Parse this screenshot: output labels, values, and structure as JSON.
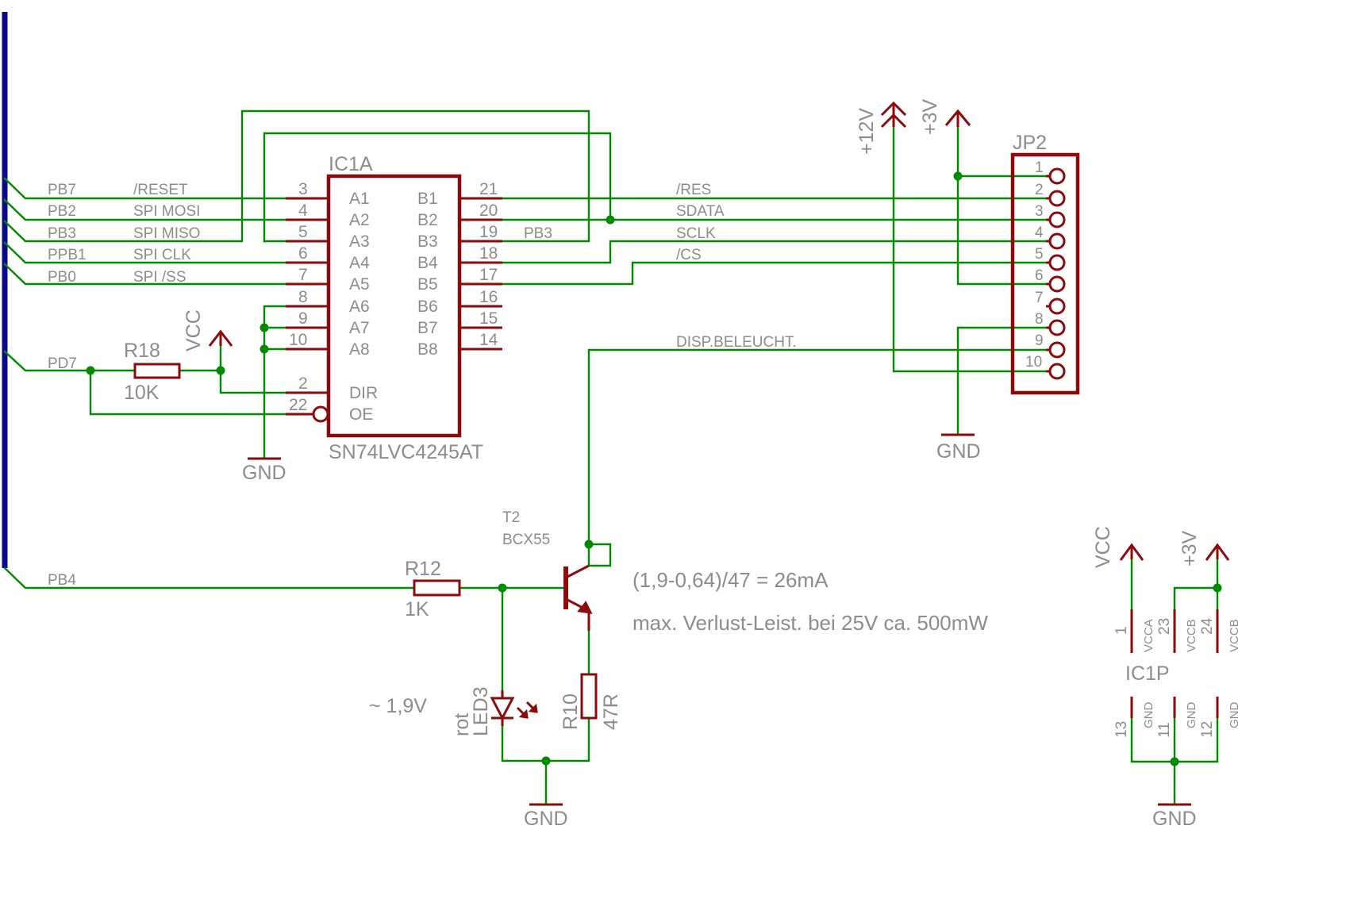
{
  "ic1a": {
    "name": "IC1A",
    "value": "SN74LVC4245AT",
    "left_pins": [
      {
        "num": "3",
        "label": "A1"
      },
      {
        "num": "4",
        "label": "A2"
      },
      {
        "num": "5",
        "label": "A3"
      },
      {
        "num": "6",
        "label": "A4"
      },
      {
        "num": "7",
        "label": "A5"
      },
      {
        "num": "8",
        "label": "A6"
      },
      {
        "num": "9",
        "label": "A7"
      },
      {
        "num": "10",
        "label": "A8"
      }
    ],
    "right_pins": [
      {
        "num": "21",
        "label": "B1"
      },
      {
        "num": "20",
        "label": "B2"
      },
      {
        "num": "19",
        "label": "B3"
      },
      {
        "num": "18",
        "label": "B4"
      },
      {
        "num": "17",
        "label": "B5"
      },
      {
        "num": "16",
        "label": "B6"
      },
      {
        "num": "15",
        "label": "B7"
      },
      {
        "num": "14",
        "label": "B8"
      }
    ],
    "dir_pin": {
      "num": "2",
      "label": "DIR"
    },
    "oe_pin": {
      "num": "22",
      "label": "OE"
    }
  },
  "bus_nets": [
    {
      "port": "PB7",
      "signal": "/RESET"
    },
    {
      "port": "PB2",
      "signal": "SPI MOSI"
    },
    {
      "port": "PB3",
      "signal": "SPI MISO"
    },
    {
      "port": "PPB1",
      "signal": "SPI CLK"
    },
    {
      "port": "PB0",
      "signal": "SPI /SS"
    }
  ],
  "net_pd7": "PD7",
  "net_pb4": "PB4",
  "net_pb3_b3": "PB3",
  "right_nets": [
    "/RES",
    "SDATA",
    "SCLK",
    "/CS"
  ],
  "net_backlight": "DISP.BELEUCHT.",
  "jp2": {
    "name": "JP2",
    "pins": [
      "1",
      "2",
      "3",
      "4",
      "5",
      "6",
      "7",
      "8",
      "9",
      "10"
    ]
  },
  "supplies": {
    "p12v": "+12V",
    "p3v": "+3V",
    "vcc": "VCC",
    "gnd": "GND"
  },
  "r18": {
    "name": "R18",
    "value": "10K"
  },
  "r12": {
    "name": "R12",
    "value": "1K"
  },
  "r10": {
    "name": "R10",
    "value": "47R"
  },
  "t2": {
    "name": "T2",
    "value": "BCX55"
  },
  "led3": {
    "name": "LED3",
    "value": "rot"
  },
  "notes": {
    "current": "(1,9-0,64)/47 = 26mA",
    "power": "max. Verlust-Leist. bei 25V ca. 500mW",
    "led_voltage": "~ 1,9V"
  },
  "ic1p": {
    "name": "IC1P",
    "top_pins": [
      {
        "num": "1",
        "label": "VCCA"
      },
      {
        "num": "23",
        "label": "VCCB"
      },
      {
        "num": "24",
        "label": "VCCB"
      }
    ],
    "bottom_pins": [
      {
        "num": "13",
        "label": "GND"
      },
      {
        "num": "11",
        "label": "GND"
      },
      {
        "num": "12",
        "label": "GND"
      }
    ]
  }
}
